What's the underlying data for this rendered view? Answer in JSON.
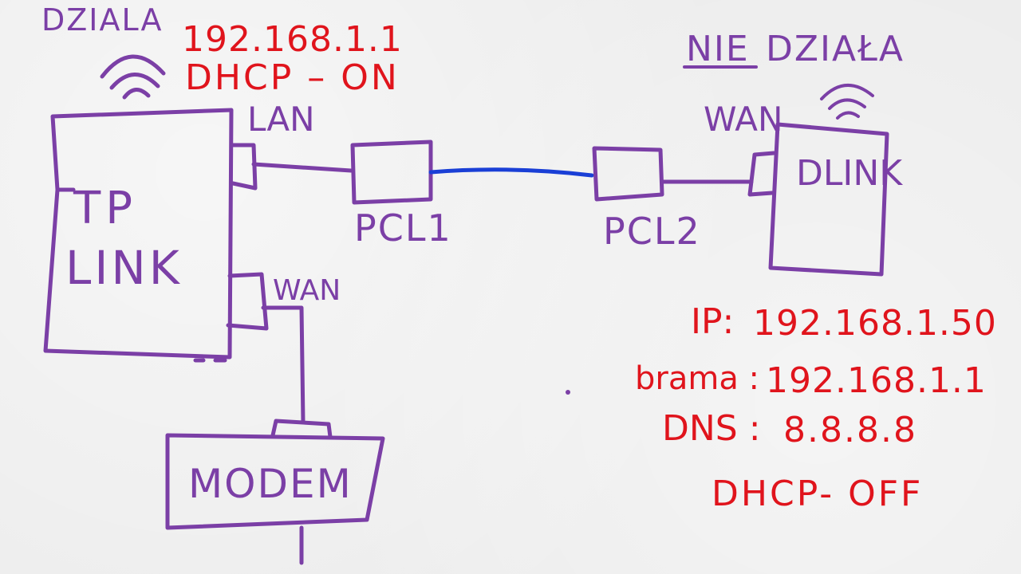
{
  "colors": {
    "ink_purple": "#7b3fa6",
    "ink_red": "#e0141c",
    "ink_blue": "#1a3fd6"
  },
  "router_left": {
    "status": "DZIALA",
    "ip": "192.168.1.1",
    "dhcp": "DHCP – ON",
    "name_line1": "TP",
    "name_line2": "LINK",
    "port_lan": "LAN",
    "port_wan": "WAN",
    "wifi_icon": "wifi-icon"
  },
  "modem": {
    "label": "MODEM"
  },
  "cable_plug_left": {
    "label": "PCL1"
  },
  "cable_plug_right": {
    "label": "PCL2"
  },
  "router_right": {
    "status_neg": "NIE",
    "status_word": "DZIAŁA",
    "name": "DLINK",
    "port_wan": "WAN",
    "wifi_icon": "wifi-icon"
  },
  "config": {
    "ip_label": "IP:",
    "ip_value": "192.168.1.50",
    "gateway_label": "brama :",
    "gateway_value": "192.168.1.1",
    "dns_label": "DNS :",
    "dns_value": "8.8.8.8",
    "dhcp": "DHCP- OFF"
  }
}
